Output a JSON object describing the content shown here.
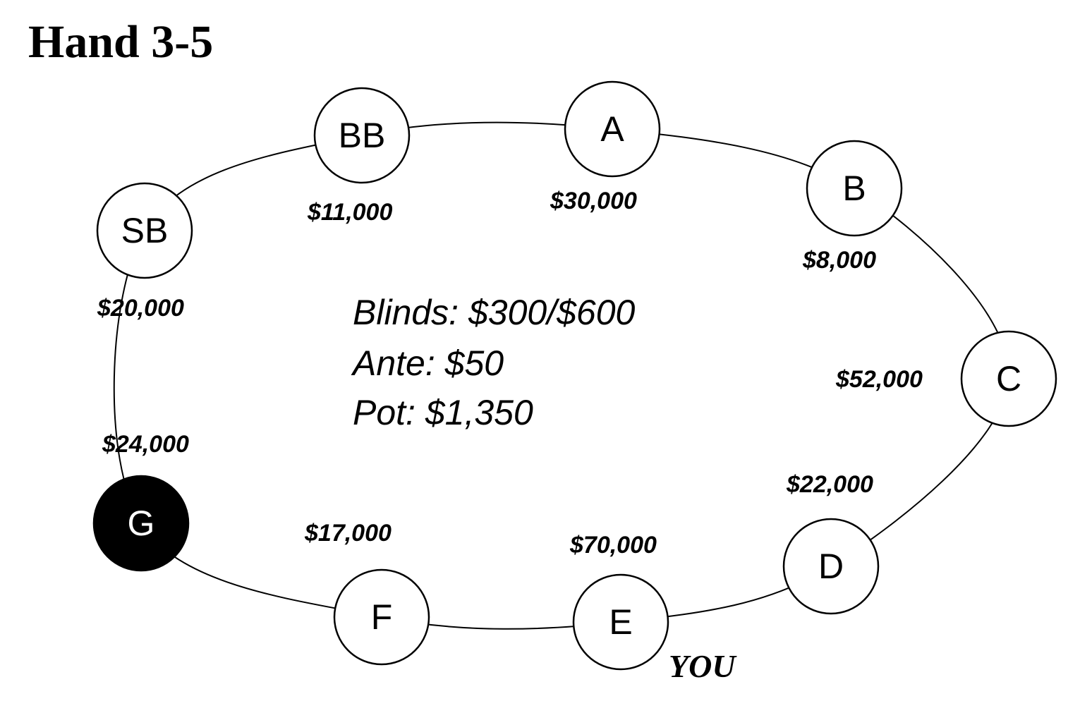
{
  "title": "Hand 3-5",
  "info": {
    "blinds": "Blinds: $300/$600",
    "ante": "Ante: $50",
    "pot": "Pot: $1,350"
  },
  "you_label": "YOU",
  "seats": [
    {
      "label": "SB",
      "stack": "$20,000",
      "highlighted": false
    },
    {
      "label": "BB",
      "stack": "$11,000",
      "highlighted": false
    },
    {
      "label": "A",
      "stack": "$30,000",
      "highlighted": false
    },
    {
      "label": "B",
      "stack": "$8,000",
      "highlighted": false
    },
    {
      "label": "C",
      "stack": "$52,000",
      "highlighted": false
    },
    {
      "label": "D",
      "stack": "$22,000",
      "highlighted": false
    },
    {
      "label": "E",
      "stack": "$70,000",
      "highlighted": false
    },
    {
      "label": "F",
      "stack": "$17,000",
      "highlighted": false
    },
    {
      "label": "G",
      "stack": "$24,000",
      "highlighted": true
    }
  ]
}
